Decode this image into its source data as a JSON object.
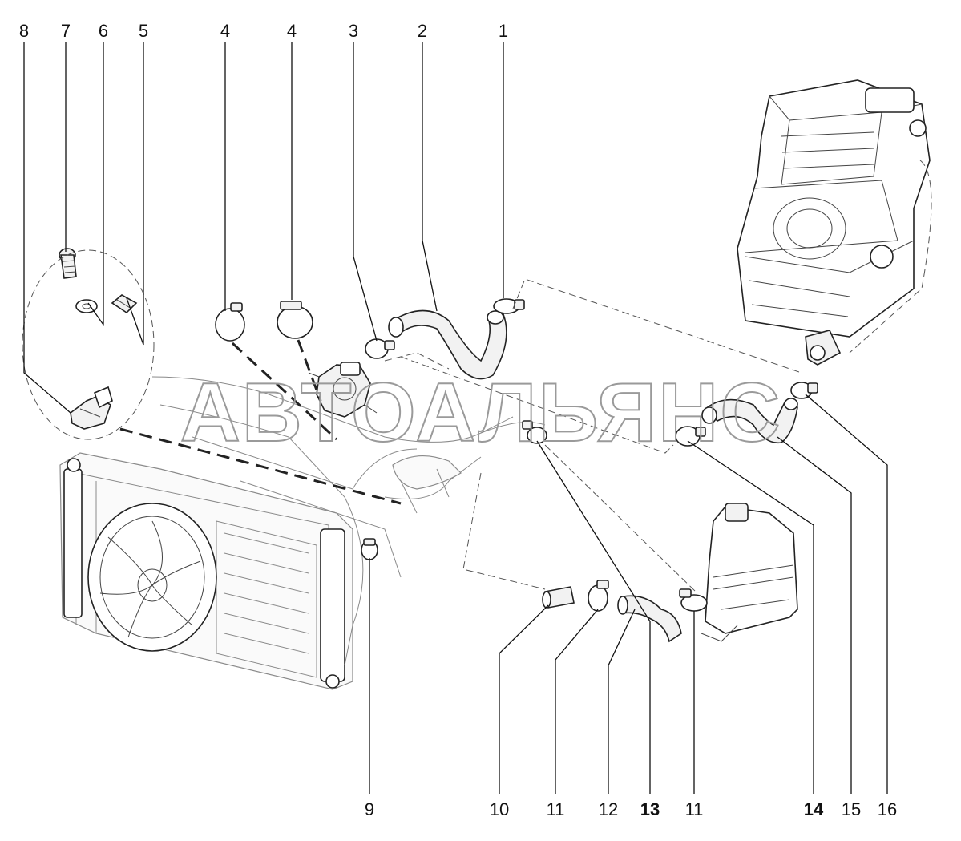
{
  "watermark": "АВТОАЛЬЯНС",
  "callouts_top": [
    {
      "label": "8",
      "bold": false
    },
    {
      "label": "7",
      "bold": false
    },
    {
      "label": "6",
      "bold": false
    },
    {
      "label": "5",
      "bold": false
    },
    {
      "label": "4",
      "bold": false
    },
    {
      "label": "4",
      "bold": false
    },
    {
      "label": "3",
      "bold": false
    },
    {
      "label": "2",
      "bold": false
    },
    {
      "label": "1",
      "bold": false
    }
  ],
  "callouts_bottom": [
    {
      "label": "9",
      "bold": false
    },
    {
      "label": "10",
      "bold": false
    },
    {
      "label": "11",
      "bold": false
    },
    {
      "label": "12",
      "bold": false
    },
    {
      "label": "13",
      "bold": true
    },
    {
      "label": "11",
      "bold": false
    },
    {
      "label": "14",
      "bold": true
    },
    {
      "label": "15",
      "bold": false
    },
    {
      "label": "16",
      "bold": false
    }
  ],
  "colors": {
    "ink": "#111111",
    "watermark": "#9a9a9a",
    "part_fill": "#f2f2f2"
  }
}
